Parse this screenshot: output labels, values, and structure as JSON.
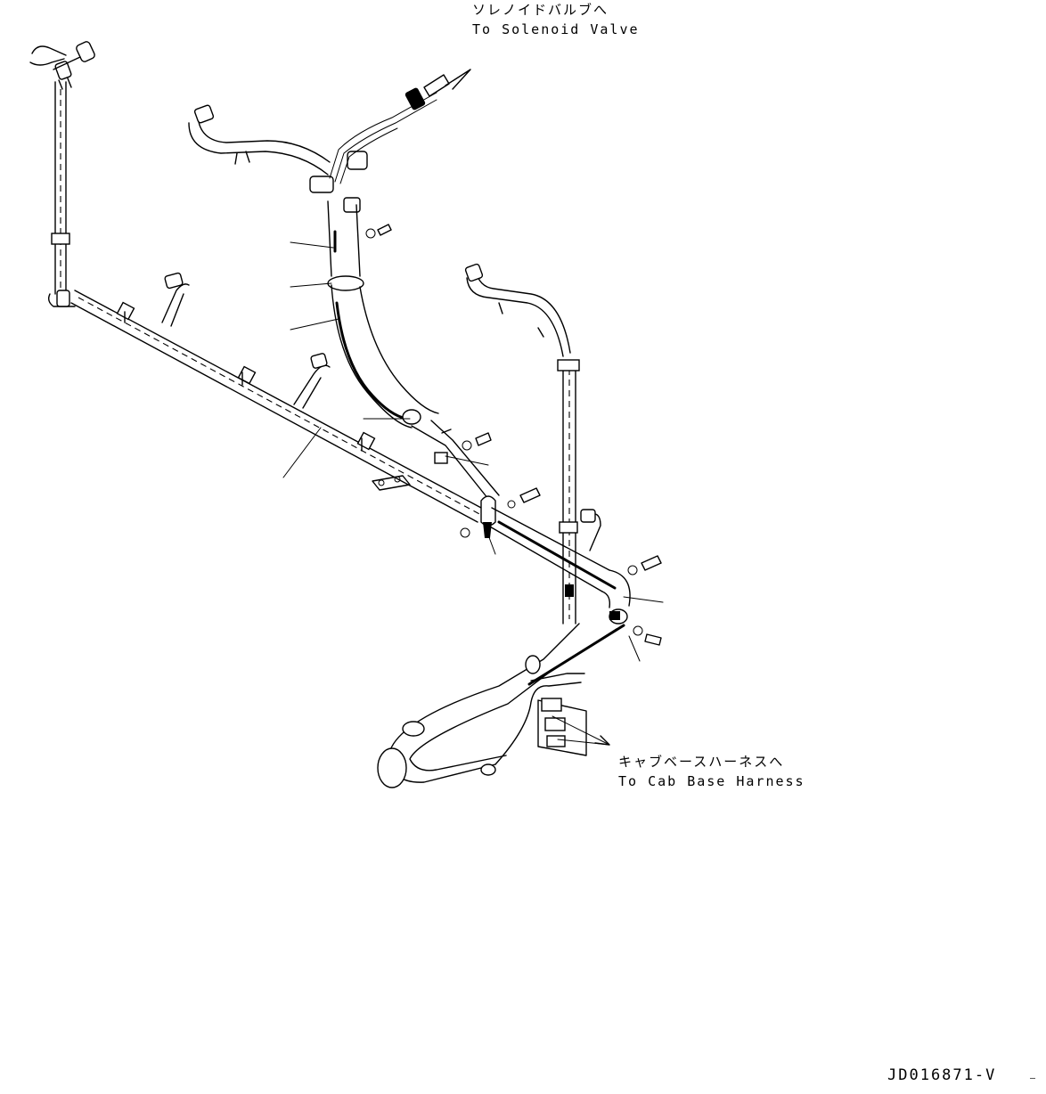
{
  "labels": {
    "solenoid_jp": "ソレノイドバルブへ",
    "solenoid_en": "To Solenoid Valve",
    "cab_jp": "キャブベースハーネスへ",
    "cab_en": "To Cab Base Harness"
  },
  "drawing_number": "JD016871-V",
  "corner_mark": "—"
}
